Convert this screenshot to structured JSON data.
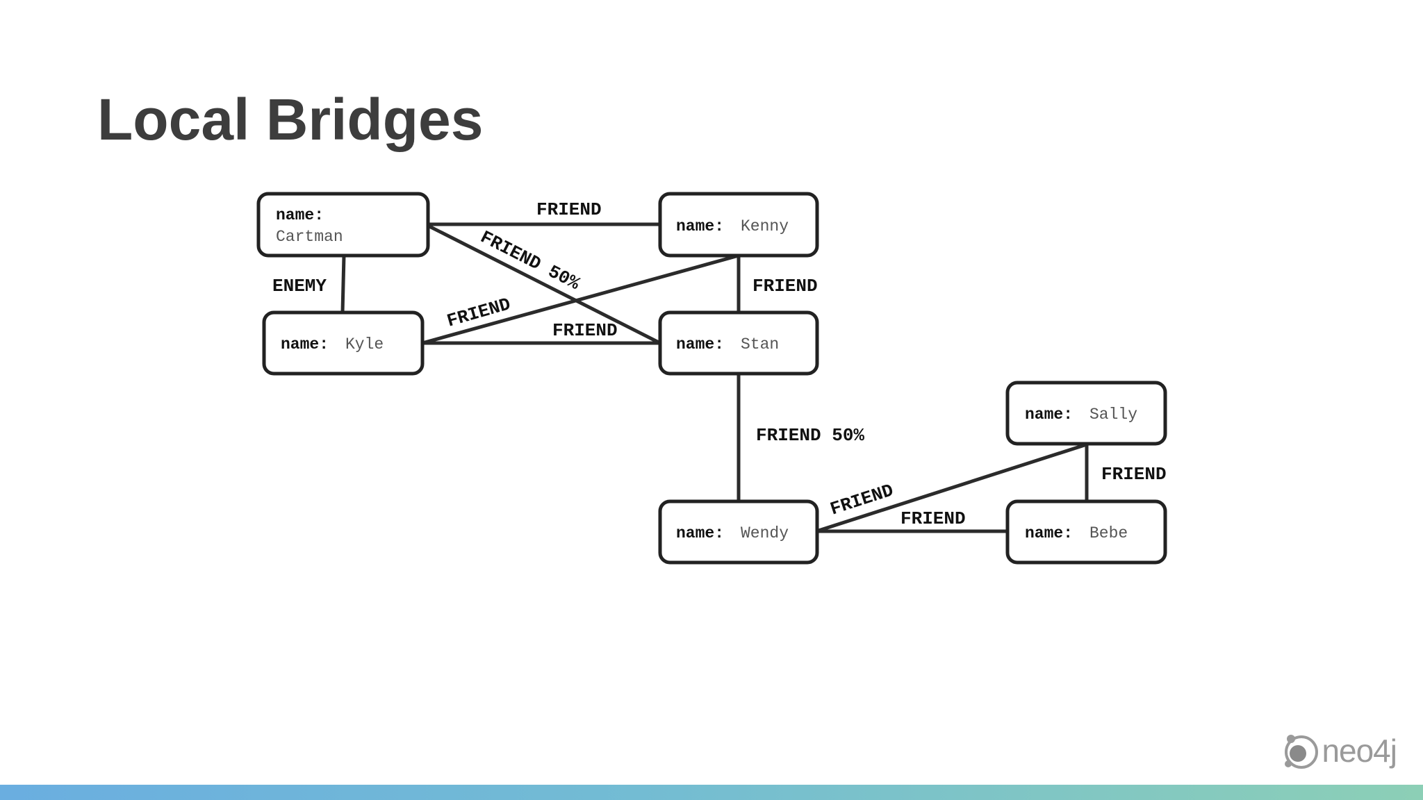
{
  "slide": {
    "title": "Local Bridges"
  },
  "nodes": {
    "cartman": {
      "key": "name:",
      "value": "Cartman"
    },
    "kenny": {
      "key": "name:",
      "value": "Kenny"
    },
    "kyle": {
      "key": "name:",
      "value": "Kyle"
    },
    "stan": {
      "key": "name:",
      "value": "Stan"
    },
    "sally": {
      "key": "name:",
      "value": "Sally"
    },
    "wendy": {
      "key": "name:",
      "value": "Wendy"
    },
    "bebe": {
      "key": "name:",
      "value": "Bebe"
    }
  },
  "edges": {
    "cartman_kenny": "FRIEND",
    "cartman_stan": "FRIEND 50%",
    "cartman_kyle": "ENEMY",
    "kenny_stan": "FRIEND",
    "kyle_kenny": "FRIEND",
    "kyle_stan": "FRIEND",
    "stan_wendy": "FRIEND 50%",
    "wendy_sally": "FRIEND",
    "wendy_bebe": "FRIEND",
    "sally_bebe": "FRIEND"
  },
  "logo": {
    "text": "neo4j",
    "icon": "neo4j-logo-icon"
  },
  "colors": {
    "title": "#3d3d3d",
    "bar_start": "#6aaee0",
    "bar_end": "#8ccfb6"
  }
}
